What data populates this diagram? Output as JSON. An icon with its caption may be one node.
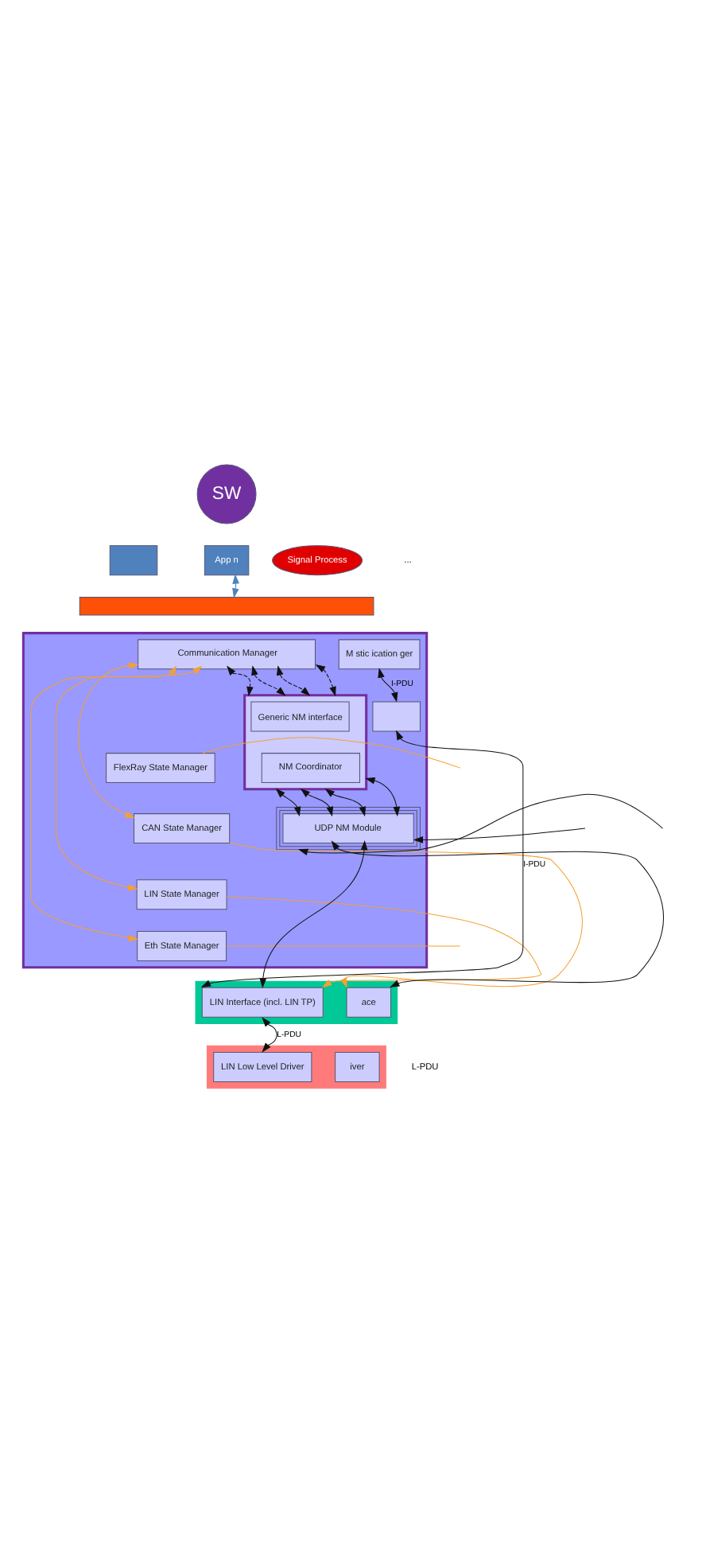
{
  "diagram": {
    "nodes": [
      {
        "text": [
          "SW"
        ]
      },
      {
        "text": [],
        "shape": "box"
      },
      {
        "text": [
          "App n"
        ]
      },
      {
        "text": [
          "Signal Process"
        ]
      },
      {
        "text": [],
        "shape": "bar"
      },
      {
        "text": [],
        "shape": "box"
      },
      {
        "text": [
          "M stic ication ger"
        ],
        "in": 5
      },
      {
        "text": [],
        "shape": "box",
        "in": 5
      },
      {
        "text": [
          "Communication Manager"
        ],
        "in": 5
      },
      {
        "text": [],
        "shape": "box",
        "in": 5
      },
      {
        "text": [
          "Generic NM interface"
        ],
        "in": 9
      },
      {
        "text": [
          "NM Coordinator"
        ],
        "in": 9
      },
      {
        "text": [
          "FlexRay State Manager"
        ],
        "in": 5
      },
      {
        "text": [
          "CAN State Manager"
        ],
        "in": 5
      },
      {
        "text": [
          "LIN State Manager"
        ],
        "in": 5
      },
      {
        "text": [
          "Eth State Manager"
        ],
        "in": 5
      },
      {
        "text": [
          "UDP NM Module"
        ],
        "in": 5
      },
      {
        "text": [],
        "shape": "bar"
      },
      {
        "text": [
          "ace"
        ],
        "in": 17
      },
      {
        "text": [
          "LIN Interface (incl. LIN TP)"
        ],
        "in": 17
      },
      {
        "text": [],
        "shape": "bar"
      },
      {
        "text": [
          "iver"
        ],
        "in": 20
      },
      {
        "text": [
          "LIN Low Level Driver"
        ],
        "in": 20
      }
    ],
    "edges": [
      {
        "from": 2,
        "to": 4,
        "arrow": "both",
        "color": "#4f81bd"
      },
      {
        "from": 6,
        "to": 7,
        "arrow": "both",
        "label": "I-PDU"
      },
      {
        "from": 8,
        "to": 13,
        "arrow": "both",
        "color": "#f5a030"
      },
      {
        "from": 8,
        "to": 14,
        "arrow": "both",
        "color": "#f5a030"
      },
      {
        "from": 8,
        "to": 15,
        "arrow": "both",
        "color": "#f5a030"
      },
      {
        "from": 8,
        "to": 9,
        "arrow": "both",
        "style": "dashed"
      },
      {
        "from": 8,
        "to": 9,
        "arrow": "both",
        "style": "dashed"
      },
      {
        "from": 8,
        "to": 9,
        "arrow": "both",
        "style": "dashed"
      },
      {
        "from": 8,
        "to": 9,
        "arrow": "both",
        "style": "dashed"
      },
      {
        "from": 9,
        "to": 16,
        "arrow": "both"
      },
      {
        "from": 9,
        "to": 16,
        "arrow": "both"
      },
      {
        "from": 9,
        "to": 16,
        "arrow": "both"
      },
      {
        "from": 9,
        "to": 16,
        "arrow": "both"
      },
      {
        "from": 19,
        "to": 7,
        "arrow": "both",
        "label": "I-PDU"
      },
      {
        "from": null,
        "to": 16,
        "arrow": "to"
      },
      {
        "from": 18,
        "to": 16,
        "arrow": "both"
      },
      {
        "from": 19,
        "to": 16,
        "arrow": "both"
      },
      {
        "from": null,
        "to": 16,
        "arrow": "to"
      },
      {
        "from": 12,
        "to": null,
        "arrow": "none",
        "color": "#f5a030"
      },
      {
        "from": 13,
        "to": 18,
        "arrow": "to",
        "color": "#f5a030"
      },
      {
        "from": 14,
        "to": 19,
        "arrow": "to",
        "color": "#f5a030"
      },
      {
        "from": 15,
        "to": null,
        "arrow": "none",
        "color": "#f5a030"
      },
      {
        "from": 19,
        "to": 22,
        "arrow": "both",
        "label": "L-PDU"
      }
    ],
    "labels": [
      "...",
      "L-PDU"
    ]
  }
}
